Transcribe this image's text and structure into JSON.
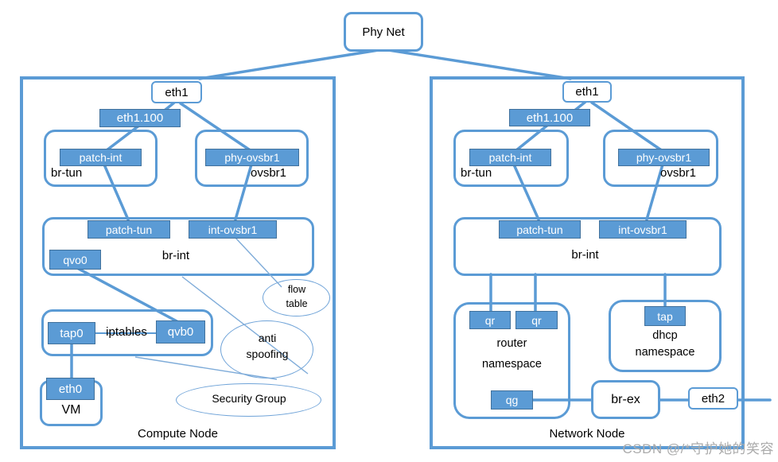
{
  "colors": {
    "diagram_blue": "#5B9BD5",
    "fill_box_border": "#41719C",
    "watermark_gray": "#ABABAB"
  },
  "phy_net": {
    "label": "Phy Net"
  },
  "watermark": "CSDN @/*守护她的笑容",
  "compute_node": {
    "title": "Compute Node",
    "eth1": "eth1",
    "vlan": "eth1.100",
    "br_tun": {
      "label": "br-tun",
      "patch_int": "patch-int"
    },
    "ovsbr1": {
      "label": "ovsbr1",
      "phy_ovsbr1": "phy-ovsbr1"
    },
    "br_int": {
      "label": "br-int",
      "patch_tun": "patch-tun",
      "int_ovsbr1": "int-ovsbr1",
      "qvo0": "qvo0"
    },
    "flow_table": {
      "line1": "flow",
      "line2": "table"
    },
    "iptables_box": {
      "tap0": "tap0",
      "iptables": "iptables",
      "qvb0": "qvb0"
    },
    "anti_spoofing": {
      "line1": "anti",
      "line2": "spoofing"
    },
    "vm": {
      "label": "VM",
      "eth0": "eth0"
    },
    "security_group": "Security Group"
  },
  "network_node": {
    "title": "Network Node",
    "eth1": "eth1",
    "vlan": "eth1.100",
    "br_tun": {
      "label": "br-tun",
      "patch_int": "patch-int"
    },
    "ovsbr1": {
      "label": "ovsbr1",
      "phy_ovsbr1": "phy-ovsbr1"
    },
    "br_int": {
      "label": "br-int",
      "patch_tun": "patch-tun",
      "int_ovsbr1": "int-ovsbr1"
    },
    "router_namespace": {
      "line1": "router",
      "line2": "namespace",
      "qr1": "qr",
      "qr2": "qr",
      "qg": "qg"
    },
    "dhcp_namespace": {
      "line1": "dhcp",
      "line2": "namespace",
      "tap": "tap"
    },
    "br_ex": "br-ex",
    "eth2": "eth2"
  }
}
